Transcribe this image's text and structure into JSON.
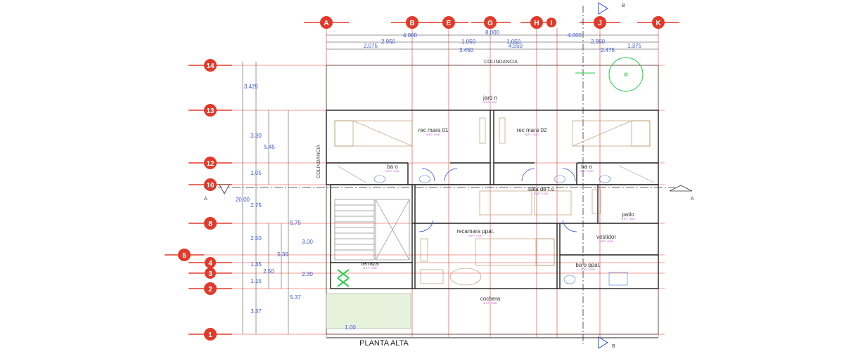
{
  "title": "PLANTA ALTA",
  "colindancia_top": "COLINDANCIA",
  "colindancia_side": "COLINDANCIA",
  "column_axes": [
    "A",
    "B",
    "E",
    "G",
    "H",
    "I",
    "J",
    "K"
  ],
  "row_axes": [
    "14",
    "13",
    "12",
    "10",
    "8",
    "5",
    "4",
    "3",
    "2",
    "1"
  ],
  "section_markers": {
    "top": "B",
    "bottom": "B",
    "left": "A",
    "right": "A"
  },
  "top_dims": {
    "row1": [
      "4.000",
      "8.000",
      "4.000"
    ],
    "row2": [
      "2.950",
      "1.050",
      "1.050",
      "2.950"
    ],
    "row3": [
      "2.075",
      "3.450",
      "4.550",
      "2.475",
      "1.375"
    ]
  },
  "left_dims": [
    "3.425",
    "3.30",
    "5.45",
    "1.05",
    "20.00",
    "2.75",
    "5.75",
    "2.50",
    "3.00",
    "5.30",
    "1.35",
    "2.50",
    "2.30",
    "1.15",
    "5.37",
    "3.37"
  ],
  "bottom_dim": "1.00",
  "rooms": {
    "jardin": "jard n",
    "recamara01": "rec mara 01",
    "recamara02": "rec mara 02",
    "bano1": "ba o",
    "bano2": "ba o",
    "sala_tv": "sala de t.v.",
    "patio": "patio",
    "recamara_ppal": "recamara ppal.",
    "vestidor": "vestidor",
    "bano_ppal": "ba o ppal.",
    "terraza": "terraza",
    "cochera": "cochera"
  },
  "level_tag": "N.P.T. +3.00",
  "colors": {
    "axis": "#e23a2a",
    "dim": "#3a5ad8",
    "wall": "#222222",
    "level": "#b13acb",
    "garden": "#22cc44"
  }
}
